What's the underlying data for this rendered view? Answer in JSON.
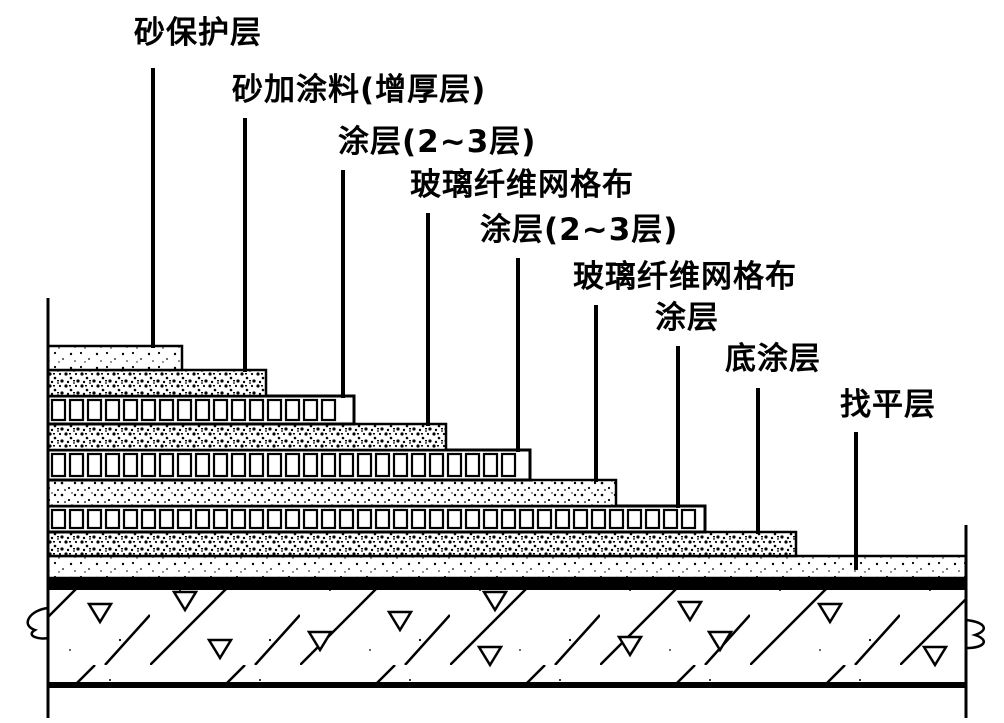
{
  "diagram": {
    "labels": [
      {
        "id": "sand-protection",
        "text": "砂保护层"
      },
      {
        "id": "sand-coating-thick",
        "text": "砂加涂料(增厚层)"
      },
      {
        "id": "coating-2-3-upper",
        "text": "涂层(2~3层)"
      },
      {
        "id": "glass-fiber-mesh-upper",
        "text": "玻璃纤维网格布"
      },
      {
        "id": "coating-2-3-lower",
        "text": "涂层(2~3层)"
      },
      {
        "id": "glass-fiber-mesh-lower",
        "text": "玻璃纤维网格布"
      },
      {
        "id": "coating",
        "text": "涂层"
      },
      {
        "id": "base-coating",
        "text": "底涂层"
      },
      {
        "id": "leveling",
        "text": "找平层"
      }
    ],
    "colors": {
      "ink": "#000000",
      "paper": "#ffffff"
    }
  }
}
